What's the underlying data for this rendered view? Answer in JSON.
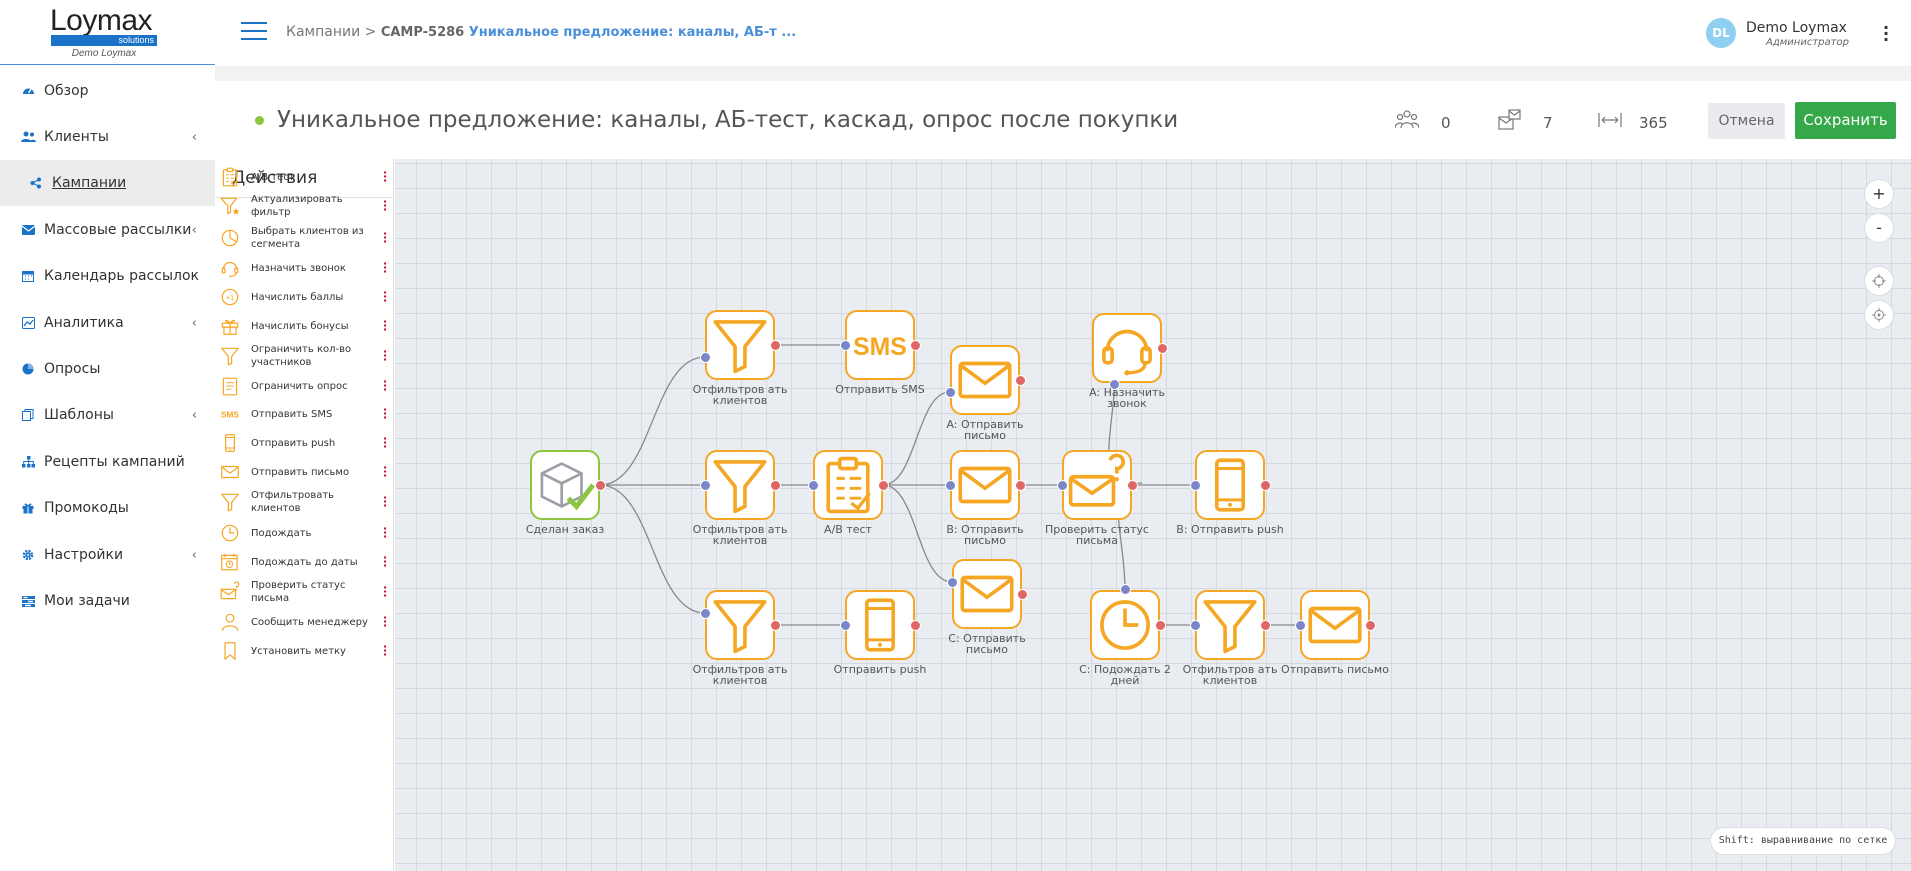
{
  "logo": {
    "brand": "Loymax",
    "tag": "solutions",
    "account": "Demo Loymax"
  },
  "nav": {
    "items": [
      {
        "label": "Обзор",
        "icon": "dashboard-icon"
      },
      {
        "label": "Клиенты",
        "icon": "users-icon",
        "chevron": "‹"
      },
      {
        "label": "Кампании",
        "icon": "share-icon"
      },
      {
        "label": "Массовые рассылки",
        "icon": "envelope-icon",
        "chevron": "‹"
      },
      {
        "label": "Календарь рассылок",
        "icon": "calendar-icon"
      },
      {
        "label": "Аналитика",
        "icon": "chart-icon",
        "chevron": "‹"
      },
      {
        "label": "Опросы",
        "icon": "pie-icon"
      },
      {
        "label": "Шаблоны",
        "icon": "copy-icon",
        "chevron": "‹"
      },
      {
        "label": "Рецепты кампаний",
        "icon": "sitemap-icon"
      },
      {
        "label": "Промокоды",
        "icon": "gift-icon"
      },
      {
        "label": "Настройки",
        "icon": "gear-icon",
        "chevron": "‹"
      },
      {
        "label": "Мои задачи",
        "icon": "tasks-icon"
      }
    ]
  },
  "header": {
    "breadcrumb_root": "Кампании",
    "breadcrumb_sep": ">",
    "campaign_code": "CAMP-5286",
    "campaign_short": "Уникальное предложение: каналы, АБ-т ...",
    "user_initials": "DL",
    "user_name": "Demo Loymax",
    "user_role": "Администратор"
  },
  "campaign": {
    "title": "Уникальное предложение: каналы, АБ-тест, каскад, опрос после покупки",
    "participants": "0",
    "actions_count": "7",
    "duration": "365",
    "cancel_label": "Отмена",
    "save_label": "Сохранить",
    "status_color": "#8cc63f"
  },
  "actions_panel": {
    "title": "Действия",
    "items": [
      {
        "label": "A/B тест",
        "icon": "clipboard-icon"
      },
      {
        "label": "Актуализировать фильтр",
        "icon": "filter-star-icon"
      },
      {
        "label": "Выбрать клиентов из сегмента",
        "icon": "pie-segment-icon"
      },
      {
        "label": "Назначить звонок",
        "icon": "headset-icon"
      },
      {
        "label": "Начислить баллы",
        "icon": "plus-one-icon"
      },
      {
        "label": "Начислить бонусы",
        "icon": "gift-icon"
      },
      {
        "label": "Ограничить кол-во участников",
        "icon": "filter-icon"
      },
      {
        "label": "Ограничить опрос",
        "icon": "survey-icon"
      },
      {
        "label": "Отправить SMS",
        "icon": "sms-icon"
      },
      {
        "label": "Отправить push",
        "icon": "phone-icon"
      },
      {
        "label": "Отправить письмо",
        "icon": "envelope-icon"
      },
      {
        "label": "Отфильтровать клиентов",
        "icon": "filter-icon"
      },
      {
        "label": "Подождать",
        "icon": "clock-icon"
      },
      {
        "label": "Подождать до даты",
        "icon": "calendar-clock-icon"
      },
      {
        "label": "Проверить статус письма",
        "icon": "envelope-question-icon"
      },
      {
        "label": "Сообщить менеджеру",
        "icon": "person-icon"
      },
      {
        "label": "Установить метку",
        "icon": "bookmark-icon"
      }
    ]
  },
  "flow": {
    "nodes": [
      {
        "id": "start",
        "label": "Сделан заказ",
        "icon": "box-check-icon"
      },
      {
        "id": "f1",
        "label": "Отфильтров ать клиентов",
        "icon": "filter-icon"
      },
      {
        "id": "sms",
        "label": "Отправить SMS",
        "icon": "sms-icon"
      },
      {
        "id": "mailA",
        "label": "A: Отправить письмо",
        "icon": "envelope-icon"
      },
      {
        "id": "callA",
        "label": "A: Назначить звонок",
        "icon": "headset-icon"
      },
      {
        "id": "f2",
        "label": "Отфильтров ать клиентов",
        "icon": "filter-icon"
      },
      {
        "id": "ab",
        "label": "A/B тест",
        "icon": "clipboard-icon"
      },
      {
        "id": "mailB",
        "label": "B: Отправить письмо",
        "icon": "envelope-icon"
      },
      {
        "id": "check",
        "label": "Проверить статус письма",
        "icon": "envelope-question-icon"
      },
      {
        "id": "pushB",
        "label": "B: Отправить push",
        "icon": "phone-icon"
      },
      {
        "id": "f3",
        "label": "Отфильтров ать клиентов",
        "icon": "filter-icon"
      },
      {
        "id": "push",
        "label": "Отправить push",
        "icon": "phone-icon"
      },
      {
        "id": "mailC",
        "label": "C: Отправить письмо",
        "icon": "envelope-icon"
      },
      {
        "id": "waitC",
        "label": "C: Подождать 2 дней",
        "icon": "clock-icon"
      },
      {
        "id": "f4",
        "label": "Отфильтров ать клиентов",
        "icon": "filter-icon"
      },
      {
        "id": "mailEnd",
        "label": "Отправить письмо",
        "icon": "envelope-icon"
      }
    ],
    "sms_glyph": "SMS"
  },
  "canvas_controls": {
    "zoom_in": "+",
    "zoom_out": "-"
  },
  "hint": "Shift: выравнивание по сетке",
  "colors": {
    "accent": "#1a73c8",
    "node_border": "#f5a623",
    "start_border": "#8cc63f",
    "save": "#35a84a",
    "port_in": "#7a86c9",
    "port_out": "#e06666"
  }
}
